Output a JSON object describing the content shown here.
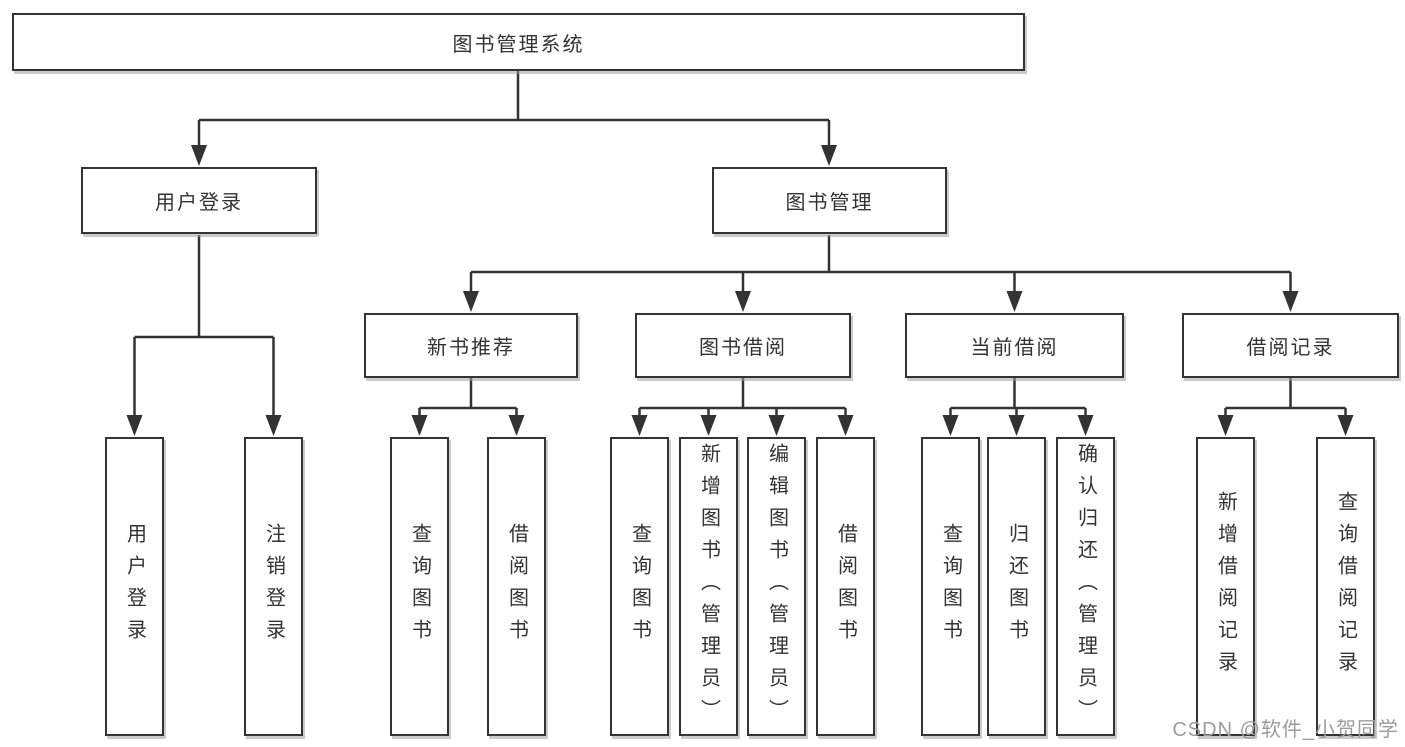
{
  "colors": {
    "line": "#333333",
    "border": "#333333",
    "text": "#333333",
    "watermark": "#9c9c9c",
    "background": "#ffffff"
  },
  "watermark": {
    "text": "CSDN @软件_小贺同学"
  },
  "tree": {
    "label": "图书管理系统",
    "children": [
      {
        "label": "用户登录",
        "children": [
          {
            "label": "用户登录"
          },
          {
            "label": "注销登录"
          }
        ]
      },
      {
        "label": "图书管理",
        "children": [
          {
            "label": "新书推荐",
            "children": [
              {
                "label": "查询图书"
              },
              {
                "label": "借阅图书"
              }
            ]
          },
          {
            "label": "图书借阅",
            "children": [
              {
                "label": "查询图书"
              },
              {
                "label": "新增图书（管理员）"
              },
              {
                "label": "编辑图书（管理员）"
              },
              {
                "label": "借阅图书"
              }
            ]
          },
          {
            "label": "当前借阅",
            "children": [
              {
                "label": "查询图书"
              },
              {
                "label": "归还图书"
              },
              {
                "label": "确认归还（管理员）"
              }
            ]
          },
          {
            "label": "借阅记录",
            "children": [
              {
                "label": "新增借阅记录"
              },
              {
                "label": "查询借阅记录"
              }
            ]
          }
        ]
      }
    ]
  }
}
